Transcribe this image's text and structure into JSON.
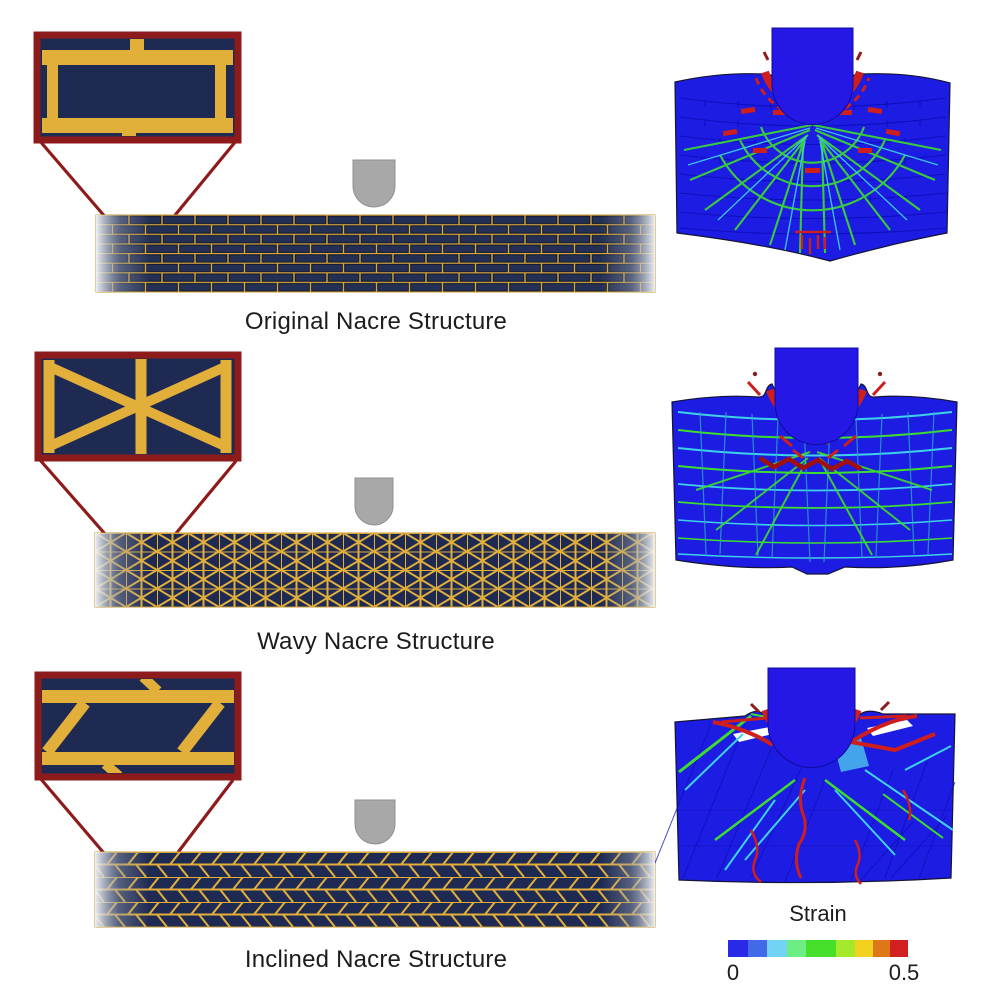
{
  "panels": [
    {
      "id": "original",
      "label": "Original Nacre Structure"
    },
    {
      "id": "wavy",
      "label": "Wavy Nacre Structure"
    },
    {
      "id": "inclined",
      "label": "Inclined Nacre Structure"
    }
  ],
  "legend": {
    "title": "Strain",
    "min_label": "0",
    "max_label": "0.5",
    "segments": [
      {
        "color": "#2929e8",
        "weight": 1.0
      },
      {
        "color": "#4169e8",
        "weight": 1.0
      },
      {
        "color": "#72d4f2",
        "weight": 1.0
      },
      {
        "color": "#6cee84",
        "weight": 1.0
      },
      {
        "color": "#46df2b",
        "weight": 1.5
      },
      {
        "color": "#a6e82c",
        "weight": 1.0
      },
      {
        "color": "#f2d11f",
        "weight": 0.9
      },
      {
        "color": "#dd7717",
        "weight": 0.9
      },
      {
        "color": "#d21f1f",
        "weight": 0.9
      }
    ]
  },
  "colors": {
    "tablet_navy": "#1f2a52",
    "mortar_gold": "#d8a93c",
    "inset_border_red": "#8e1b1b",
    "indenter_gray": "#a8a8a8",
    "sim_blue": "#1d1ce2",
    "crack_green": "#3ddd2e",
    "crack_cyan": "#3ed2e8",
    "crack_red": "#ce1e1e",
    "background": "#ffffff"
  }
}
